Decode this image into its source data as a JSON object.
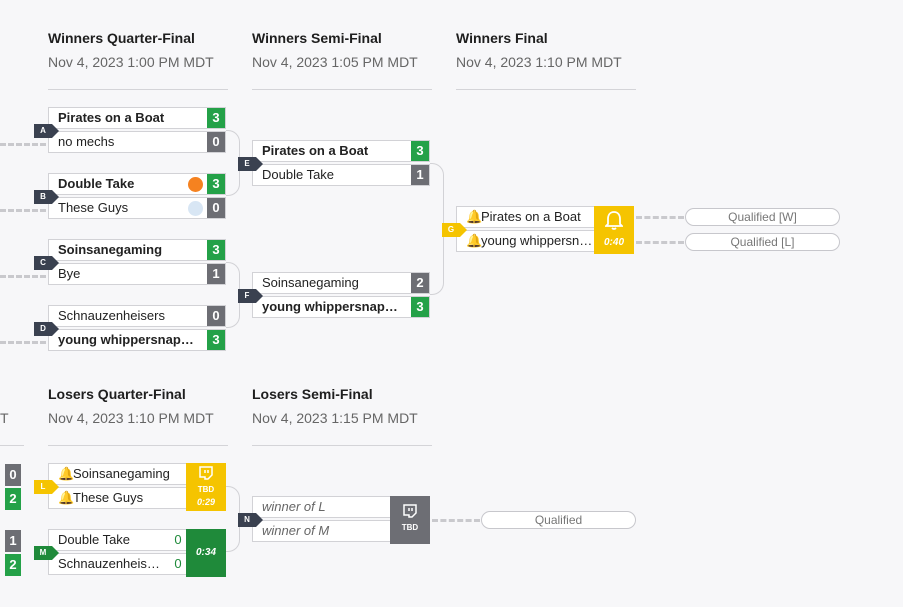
{
  "winners_rounds": [
    {
      "title": "Winners Quarter-Final",
      "date": "Nov 4, 2023 1:00 PM MDT"
    },
    {
      "title": "Winners Semi-Final",
      "date": "Nov 4, 2023 1:05 PM MDT"
    },
    {
      "title": "Winners Final",
      "date": "Nov 4, 2023 1:10 PM MDT"
    }
  ],
  "losers_rounds": [
    {
      "title": "Losers Quarter-Final",
      "date": "Nov 4, 2023 1:10 PM MDT"
    },
    {
      "title": "Losers Semi-Final",
      "date": "Nov 4, 2023 1:15 PM MDT"
    }
  ],
  "cut_date_tail": "T",
  "matches": {
    "A": {
      "label": "A",
      "top": {
        "name": "Pirates on a Boat",
        "score": "3"
      },
      "bot": {
        "name": "no mechs",
        "score": "0"
      }
    },
    "B": {
      "label": "B",
      "top": {
        "name": "Double Take",
        "score": "3"
      },
      "bot": {
        "name": "These Guys",
        "score": "0"
      }
    },
    "C": {
      "label": "C",
      "top": {
        "name": "Soinsanegaming",
        "score": "3"
      },
      "bot": {
        "name": "Bye",
        "score": "1"
      }
    },
    "D": {
      "label": "D",
      "top": {
        "name": "Schnauzenheisers",
        "score": "0"
      },
      "bot": {
        "name": "young whippersnappers",
        "score": "3"
      }
    },
    "E": {
      "label": "E",
      "top": {
        "name": "Pirates on a Boat",
        "score": "3"
      },
      "bot": {
        "name": "Double Take",
        "score": "1"
      }
    },
    "F": {
      "label": "F",
      "top": {
        "name": "Soinsanegaming",
        "score": "2"
      },
      "bot": {
        "name": "young whippersnappers",
        "score": "3"
      }
    },
    "G": {
      "label": "G",
      "top": {
        "name": "Pirates on a Boat"
      },
      "bot": {
        "name": "young whippersnappers"
      },
      "timer": "0:40"
    },
    "L": {
      "label": "L",
      "top": {
        "name": "Soinsanegaming"
      },
      "bot": {
        "name": "These Guys"
      },
      "status": "TBD",
      "timer": "0:29"
    },
    "M": {
      "label": "M",
      "top": {
        "name": "Double Take",
        "score": "0"
      },
      "bot": {
        "name": "Schnauzenheis…",
        "score": "0"
      },
      "timer": "0:34"
    },
    "N": {
      "label": "N",
      "top": {
        "name": "winner of L"
      },
      "bot": {
        "name": "winner of M"
      },
      "status": "TBD"
    }
  },
  "edge_scores": [
    "0",
    "2",
    "1",
    "2"
  ],
  "qualified": {
    "w": "Qualified [W]",
    "l": "Qualified [L]",
    "n": "Qualified"
  },
  "colors": {
    "win": "#24a148",
    "loss": "#6d6e74",
    "live": "#f5c400",
    "running": "#1f8a3a",
    "dark_label": "#3a4150"
  }
}
